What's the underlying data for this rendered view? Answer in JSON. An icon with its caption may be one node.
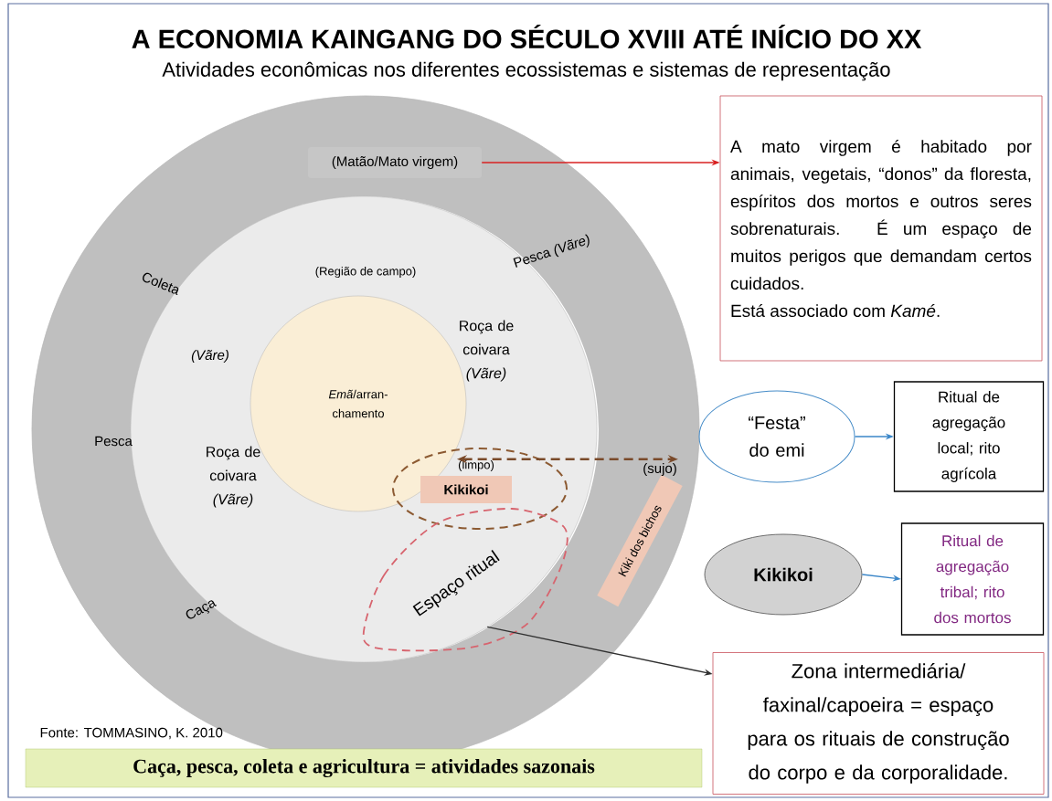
{
  "diagram": {
    "title": "A ECONOMIA KAINGANG DO SÉCULO XVIII ATÉ INÍCIO DO XX",
    "nodes": [
      {
        "text": [
          "Coleta",
          "Pesca *(Vãre)*",
          "Pesca",
          "Caça"
        ]
      },
      {
        "text": [
          "(Matão/Mato virgem)"
        ],
        "in": 0
      },
      {
        "text": [
          "(Região de campo)",
          "(Vãre)",
          "Roça de coivara *(Vãre)*",
          "Roça de coivara *(Vãre)*",
          "Espaço ritual"
        ],
        "in": 0
      },
      {
        "text": [
          "*Emã*/arran- chamento"
        ],
        "in": 2
      },
      {
        "text": [
          "Kikikoi"
        ],
        "in": 2
      },
      {
        "text": [
          "(limpo)"
        ],
        "in": 2
      },
      {
        "text": [
          "Kiki dos bichos"
        ],
        "in": 0
      },
      {
        "text": [
          "(sujo)"
        ],
        "in": 0
      },
      {
        "text": [
          "A mato virgem é habitado por animais, vegetais, “donos” da floresta, espíritos dos mortos e outros seres sobrenaturais. É um espaço de muitos perigos que demandam certos cuidados.",
          "Está associado com *Kamé*."
        ]
      },
      {
        "text": [
          "“Festa” do emi"
        ]
      },
      {
        "text": [
          "Ritual de agregação local; rito agrícola"
        ]
      },
      {
        "text": [
          "Kikikoi"
        ]
      },
      {
        "text": [
          "Ritual de agregação tribal; rito dos mortos"
        ]
      },
      {
        "text": [
          "Zona intermediária/ faxinal/capoeira = espaço para os rituais de construção do corpo e da corporalidade."
        ]
      },
      {
        "text": [
          "Caça, pesca, coleta e agricultura = atividades sazonais"
        ]
      }
    ],
    "edges": [
      {
        "from": 1,
        "to": 8,
        "arrow": "to",
        "color": "#d82020"
      },
      {
        "from": 5,
        "to": 7,
        "arrow": "both",
        "style": "dashed",
        "color": "#7a4a2a"
      },
      {
        "from": 9,
        "to": 10,
        "arrow": "to"
      },
      {
        "from": 11,
        "to": 12,
        "arrow": "to"
      },
      {
        "from": 2,
        "to": 13,
        "arrow": "to",
        "color": "#303030"
      }
    ],
    "labels": [
      "Atividades econômicas nos diferentes ecossistemas e sistemas de representação",
      "Fonte: TOMMASINO, K. 2010"
    ]
  }
}
